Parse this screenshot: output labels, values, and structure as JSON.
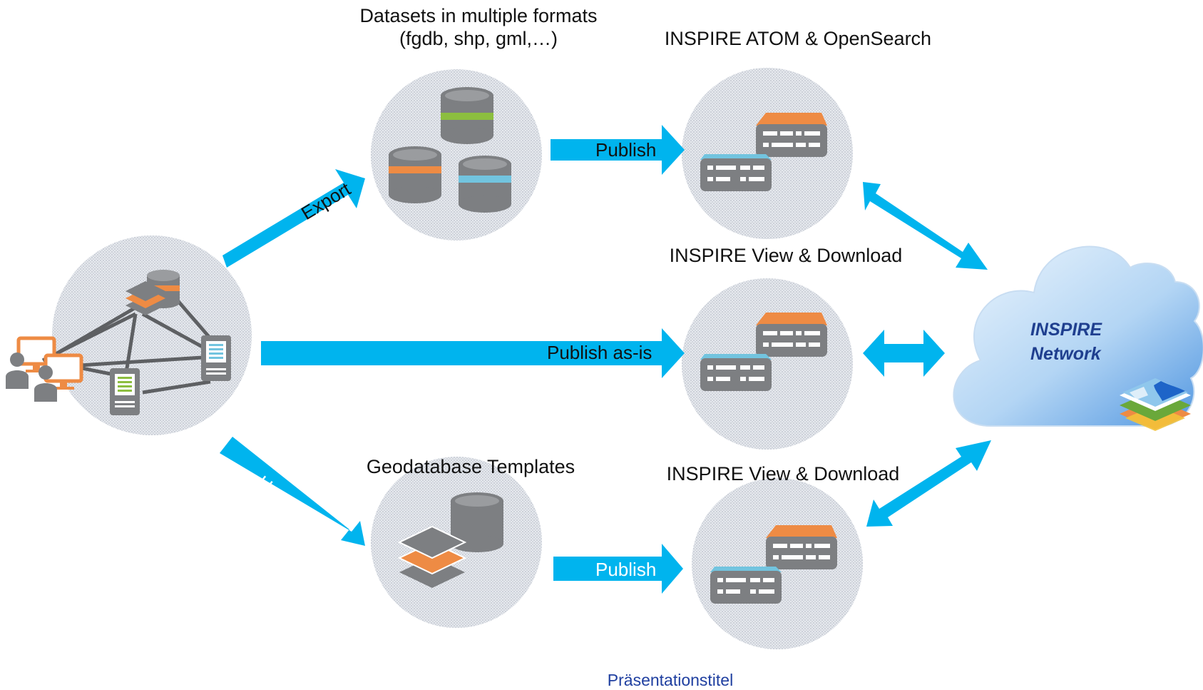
{
  "labels": {
    "datasets_title_line1": "Datasets in multiple formats",
    "datasets_title_line2": "(fgdb, shp, gml,…)",
    "atom_title": "INSPIRE ATOM & OpenSearch",
    "view_download_title_mid": "INSPIRE View & Download",
    "view_download_title_bottom": "INSPIRE View & Download",
    "geodatabase_templates_title": "Geodatabase Templates",
    "cloud_line1": "INSPIRE",
    "cloud_line2": "Network"
  },
  "arrows": {
    "export": "Export",
    "harmonize": "Harmonize",
    "publish_top": "Publish",
    "publish_as_is": "Publish as-is",
    "publish_bottom": "Publish"
  },
  "footer": "Präsentationstitel",
  "colors": {
    "arrow": "#00b4ee",
    "circle_bg": "#d6dbe3",
    "db_gray": "#7d7f82",
    "db_green": "#8cbe3f",
    "db_orange": "#ee8b44",
    "db_blue": "#72c4df",
    "cloud_top": "#d9ebfa",
    "cloud_bottom": "#5aa0e6",
    "footer_text": "#1f3fa0"
  }
}
